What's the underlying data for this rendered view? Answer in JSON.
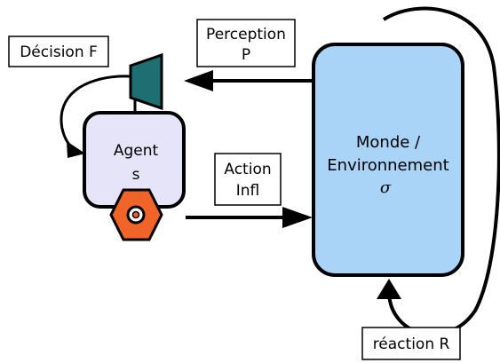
{
  "labels": {
    "decision": "Décision F",
    "perception_line1": "Perception",
    "perception_line2": "P",
    "agent_line1": "Agent",
    "agent_line2": "s",
    "action_line1": "Action",
    "action_line2": "Infl",
    "world_line1": "Monde /",
    "world_line2": "Environnement",
    "world_symbol": "σ",
    "reaction": "réaction R"
  },
  "colors": {
    "agent_fill": "#e6e4f8",
    "world_fill": "#a9d3f7",
    "decision_icon": "#1d6f72",
    "reaction_icon": "#f0642a"
  }
}
